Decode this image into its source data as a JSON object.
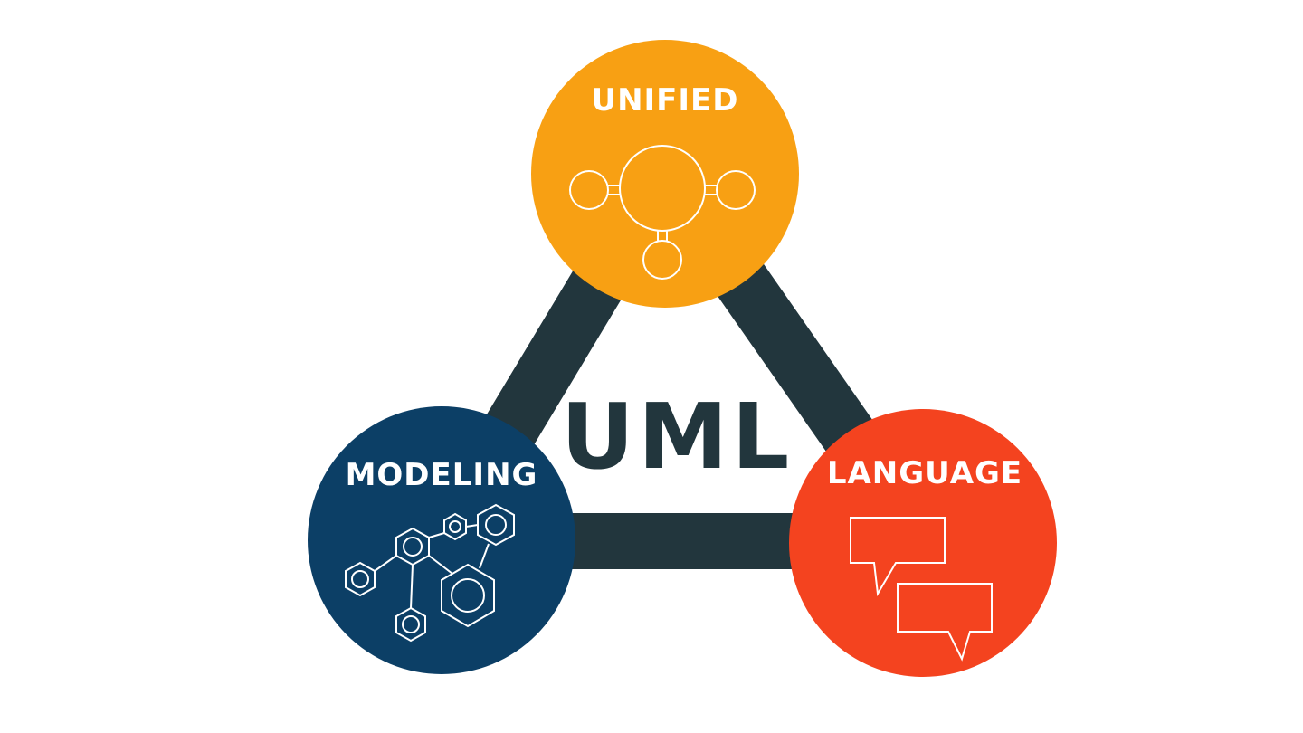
{
  "center": {
    "label": "UML"
  },
  "nodes": {
    "top": {
      "label": "UNIFIED",
      "icon": "connected-circles-icon"
    },
    "left": {
      "label": "MODELING",
      "icon": "molecule-icon"
    },
    "right": {
      "label": "LANGUAGE",
      "icon": "speech-bubbles-icon"
    }
  },
  "colors": {
    "background": "#ffffff",
    "connector": "#22363d",
    "center_text": "#22363d",
    "top_node": "#f8a013",
    "left_node": "#0c3f66",
    "right_node": "#f4431f",
    "icon_stroke": "#ffffff"
  }
}
